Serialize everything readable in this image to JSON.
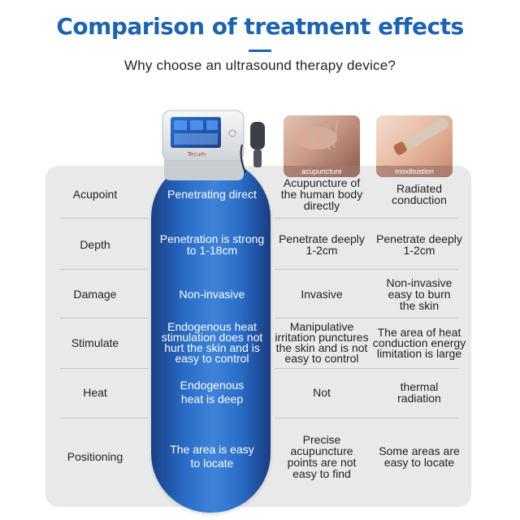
{
  "header": {
    "title": "Comparison of treatment effects",
    "subtitle": "Why choose an ultrasound therapy device?"
  },
  "images": {
    "device_brand": "Tecum",
    "acupuncture_caption": "acupuncture",
    "moxibustion_caption": "moxibustion"
  },
  "rows": [
    {
      "label": "Acupoint",
      "device": "Penetrating direct",
      "acupuncture": "Acupuncture of the human body directly",
      "moxibustion": "Radiated conduction"
    },
    {
      "label": "Depth",
      "device": "Penetration is strong to 1-18cm",
      "acupuncture": "Penetrate deeply 1-2cm",
      "moxibustion": "Penetrate deeply 1-2cm"
    },
    {
      "label": "Damage",
      "device": "Non-invasive",
      "acupuncture": "Invasive",
      "moxibustion": "Non-invasive easy to burn the skin"
    },
    {
      "label": "Stimulate",
      "device": "Endogenous heat stimulation does not hurt the skin and is easy to control",
      "acupuncture": "Manipulative irritation punctures the skin and is not easy to control",
      "moxibustion": "The area of heat conduction energy limitation is large"
    },
    {
      "label": "Heat",
      "device": "Endogenous heat is deep",
      "acupuncture": "Not",
      "moxibustion": "thermal radiation"
    },
    {
      "label": "Positioning",
      "device": "The area is easy to locate",
      "acupuncture": "Precise acupuncture points are not easy to find",
      "moxibustion": "Some areas are easy to locate"
    }
  ],
  "colors": {
    "title": "#1d64ae",
    "capsule": "#2a6ec9",
    "panel": "#e9e9e9"
  }
}
